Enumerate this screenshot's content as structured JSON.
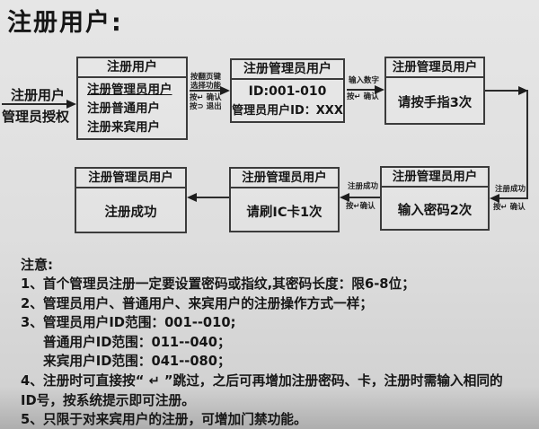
{
  "page": {
    "title": "注册用户:"
  },
  "flow": {
    "entry": {
      "top_label": "注册用户",
      "bottom_label": "管理员授权"
    },
    "menu": {
      "title": "注册用户",
      "items": [
        "注册管理员用户",
        "注册普通用户",
        "注册来宾用户"
      ],
      "selected_item": "注册管理员用户"
    },
    "enter_id": {
      "title": "注册管理员用户",
      "line1": "ID:001-010",
      "line2": "管理员用户ID：XXX"
    },
    "press_finger": {
      "title": "注册管理员用户",
      "body": "请按手指3次"
    },
    "enter_password": {
      "title": "注册管理员用户",
      "body": "输入密码2次"
    },
    "swipe_card": {
      "title": "注册管理员用户",
      "body": "请刷IC卡1次"
    },
    "success": {
      "title": "注册管理员用户",
      "body": "注册成功"
    },
    "t1": {
      "above1": "按翻页键",
      "above2": "选择功能",
      "below1": "按↵ 确认",
      "below2": "按⊃ 退出"
    },
    "t2": {
      "above": "输入数字",
      "below": "按↵ 确认"
    },
    "t3": {
      "above": "注册成功",
      "below": "按↵ 确认"
    },
    "t4": {
      "above": "注册成功",
      "below": "按↵确认"
    }
  },
  "notes": {
    "heading": "注意:",
    "lines": [
      "1、首个管理员注册一定要设置密码或指纹,其密码长度：限6-8位；",
      "2、管理员用户、普通用户、来宾用户的注册操作方式一样；",
      "3、管理员用户ID范围：001--010;",
      "普通用户ID范围：011--040；",
      "来宾用户ID范围：041--080；",
      "4、注册时可直接按“ ↵ ”跳过，之后可再增加注册密码、卡，注册时需输入相同的",
      "ID号，按系统提示即可注册。",
      "5、只限于对来宾用户的注册，可增加门禁功能。"
    ]
  }
}
